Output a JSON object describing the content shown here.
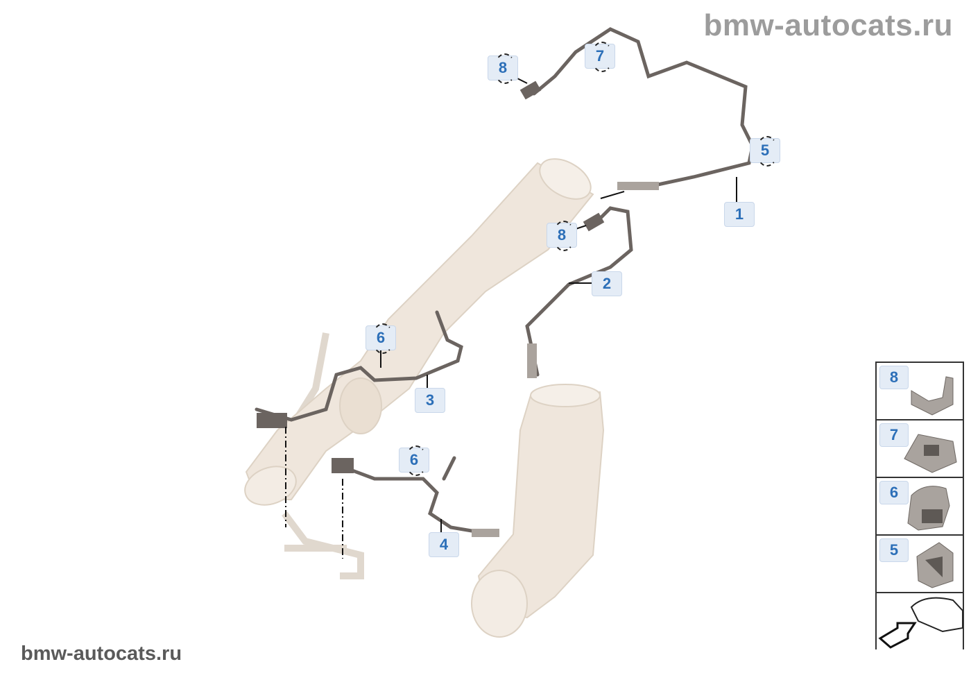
{
  "watermarks": {
    "top": "bmw-autocats.ru",
    "bottom": "bmw-autocats.ru"
  },
  "callouts": [
    "1",
    "2",
    "3",
    "4",
    "5",
    "6",
    "6",
    "7",
    "8",
    "8"
  ],
  "legend": {
    "items": [
      {
        "number": "8",
        "part": "clip-icon"
      },
      {
        "number": "7",
        "part": "clip-icon"
      },
      {
        "number": "6",
        "part": "clip-icon"
      },
      {
        "number": "5",
        "part": "clip-icon"
      }
    ]
  },
  "colors": {
    "callout_text": "#2c6fb8",
    "callout_bg": "#e4ecf6",
    "pipe": "#efe6dc",
    "cable": "#6b6460"
  }
}
